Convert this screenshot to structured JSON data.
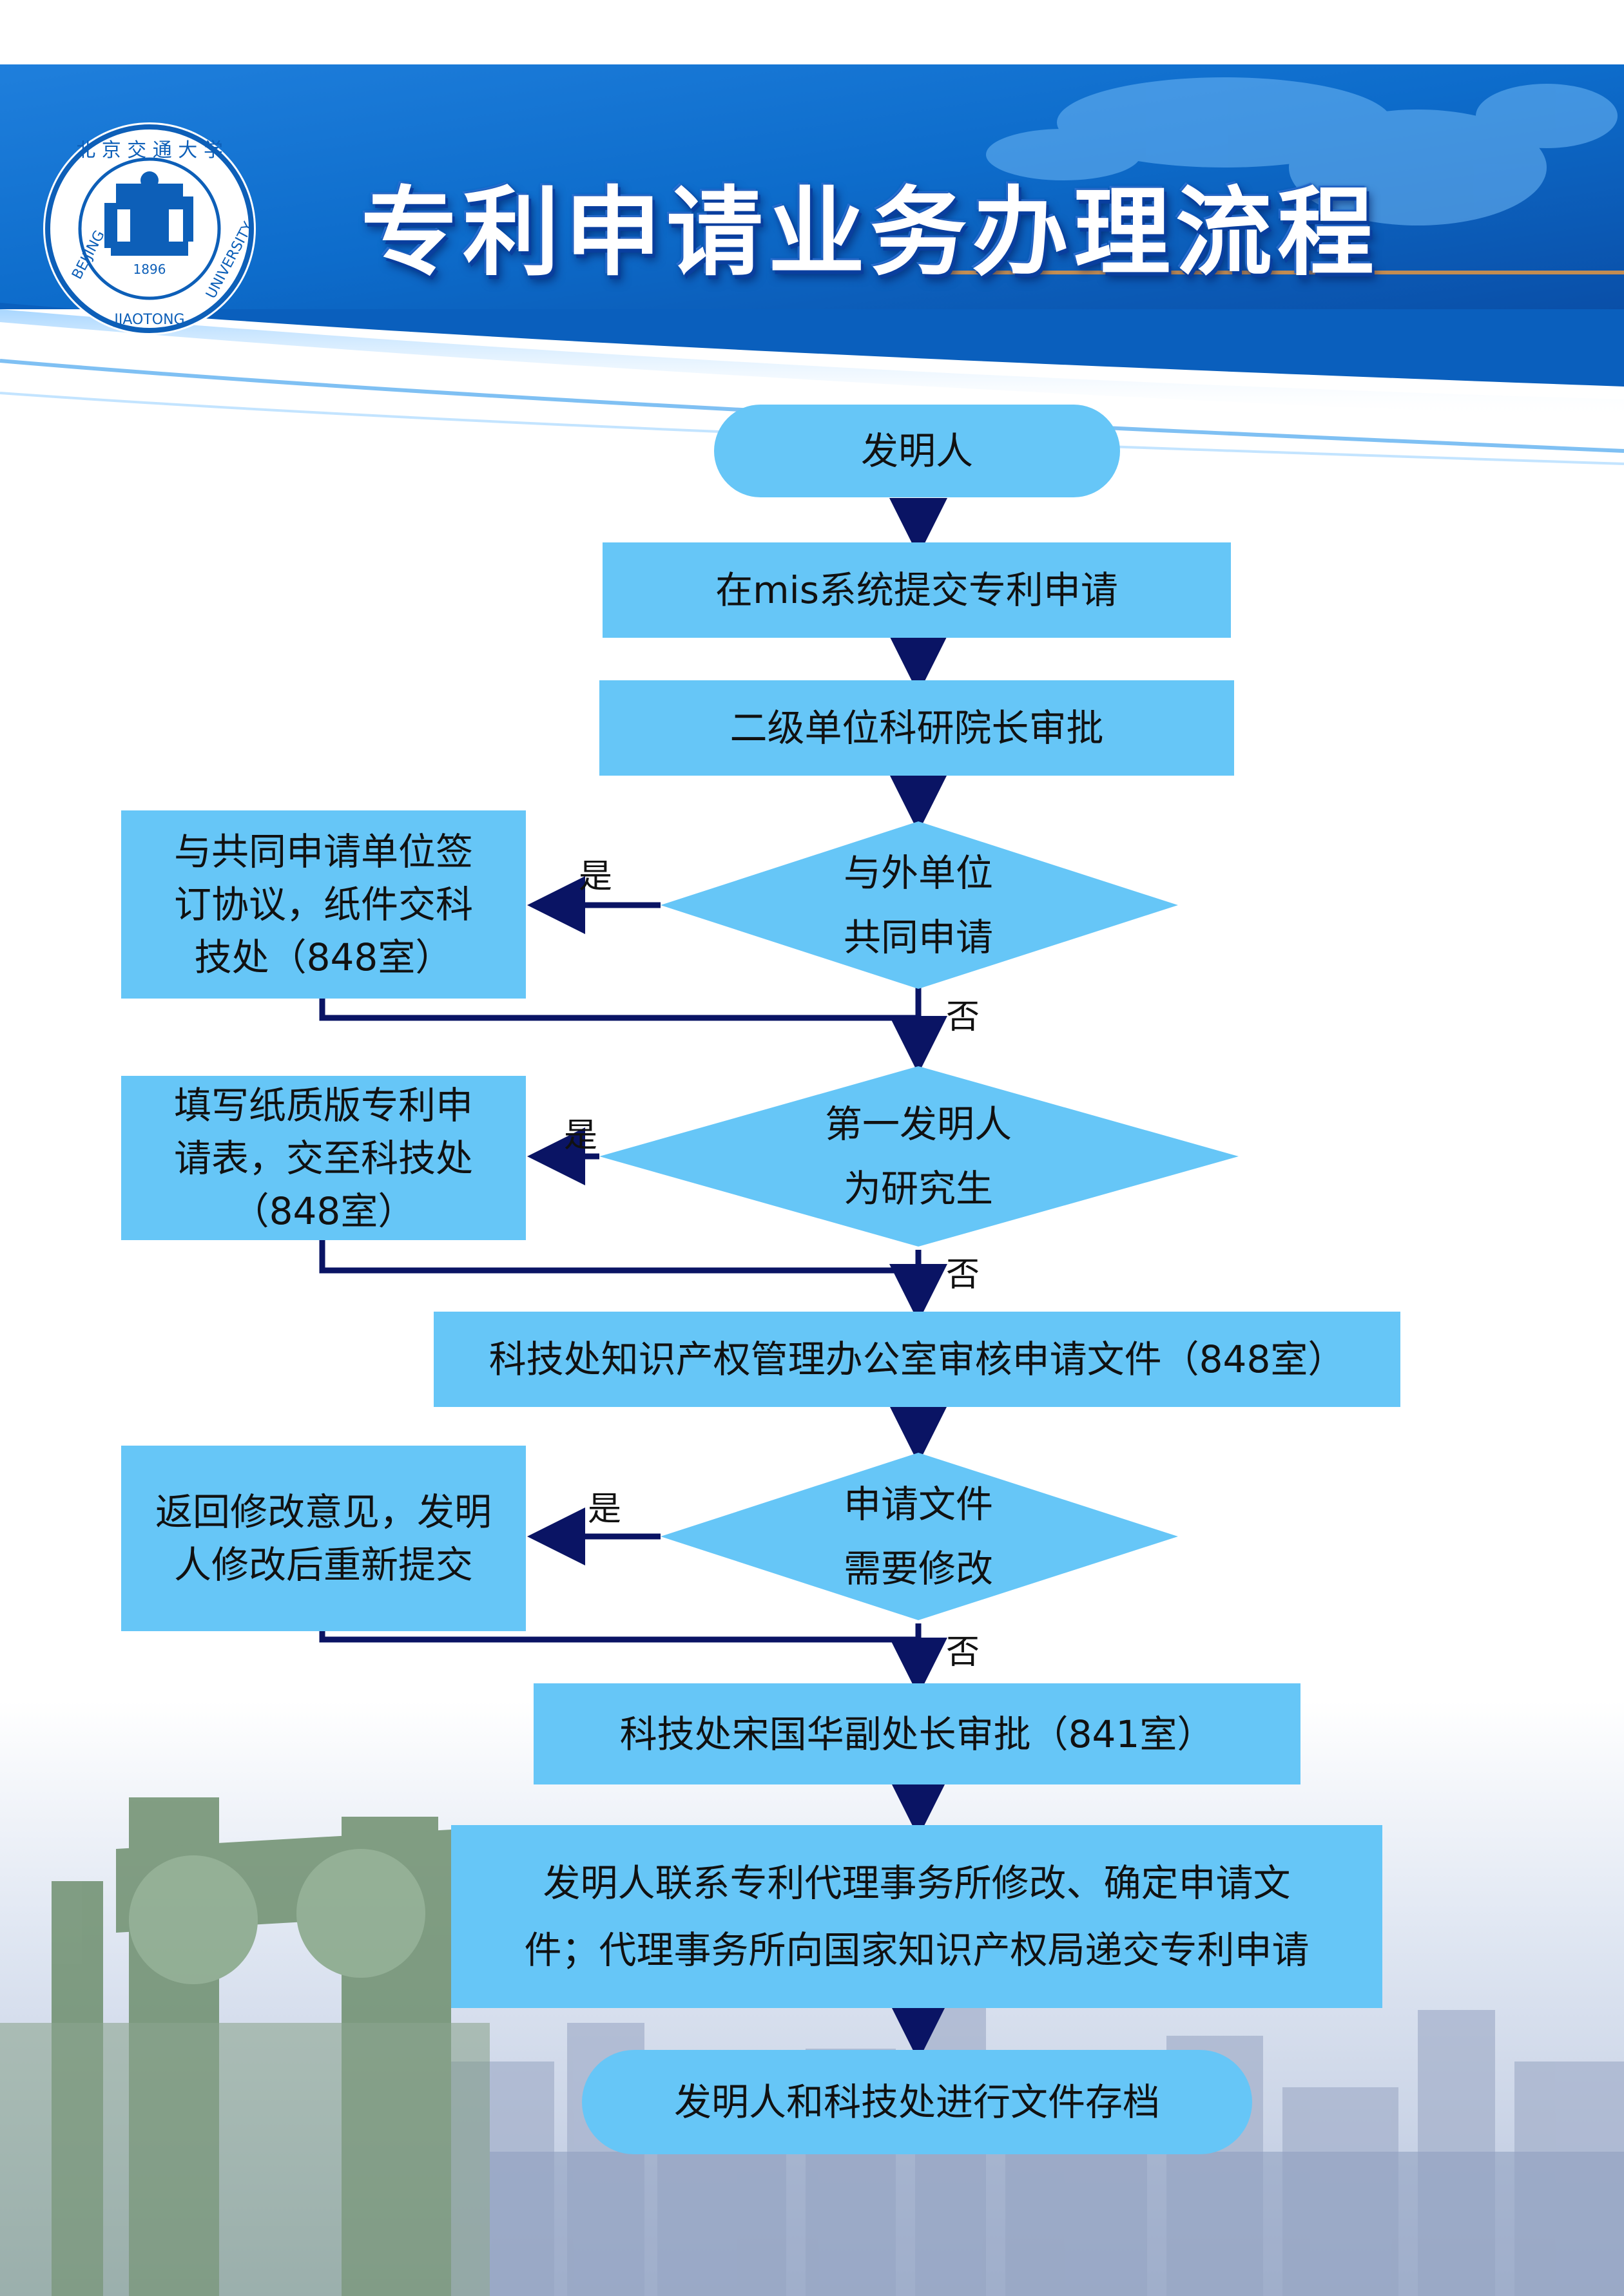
{
  "title": "专利申请业务办理流程",
  "logo": {
    "top_text": "北 京 交 通 大 学",
    "left_text": "BEIJING",
    "mid_text": "JIAOTONG",
    "right_text": "UNIVERSITY",
    "year": "1896"
  },
  "colors": {
    "node_fill": "#66c6f7",
    "arrow": "#0a1464",
    "banner_blue": "#0d6ccb"
  },
  "nodes": {
    "start": "发明人",
    "submit_mis": "在mis系统提交专利申请",
    "dean_approve": "二级单位科研院长审批",
    "decision_joint": "与外单位\n共同申请",
    "joint_action": "与共同申请单位签\n订协议，纸件交科\n技处（848室）",
    "decision_grad": "第一发明人\n为研究生",
    "grad_action": "填写纸质版专利申\n请表，交至科技处\n（848室）",
    "ip_review": "科技处知识产权管理办公室审核申请文件（848室）",
    "decision_revise": "申请文件\n需要修改",
    "revise_action": "返回修改意见，发明\n人修改后重新提交",
    "director_approve": "科技处宋国华副处长审批（841室）",
    "agency": "发明人联系专利代理事务所修改、确定申请文\n件；代理事务所向国家知识产权局递交专利申请",
    "archive": "发明人和科技处进行文件存档"
  },
  "labels": {
    "yes": "是",
    "no": "否"
  }
}
